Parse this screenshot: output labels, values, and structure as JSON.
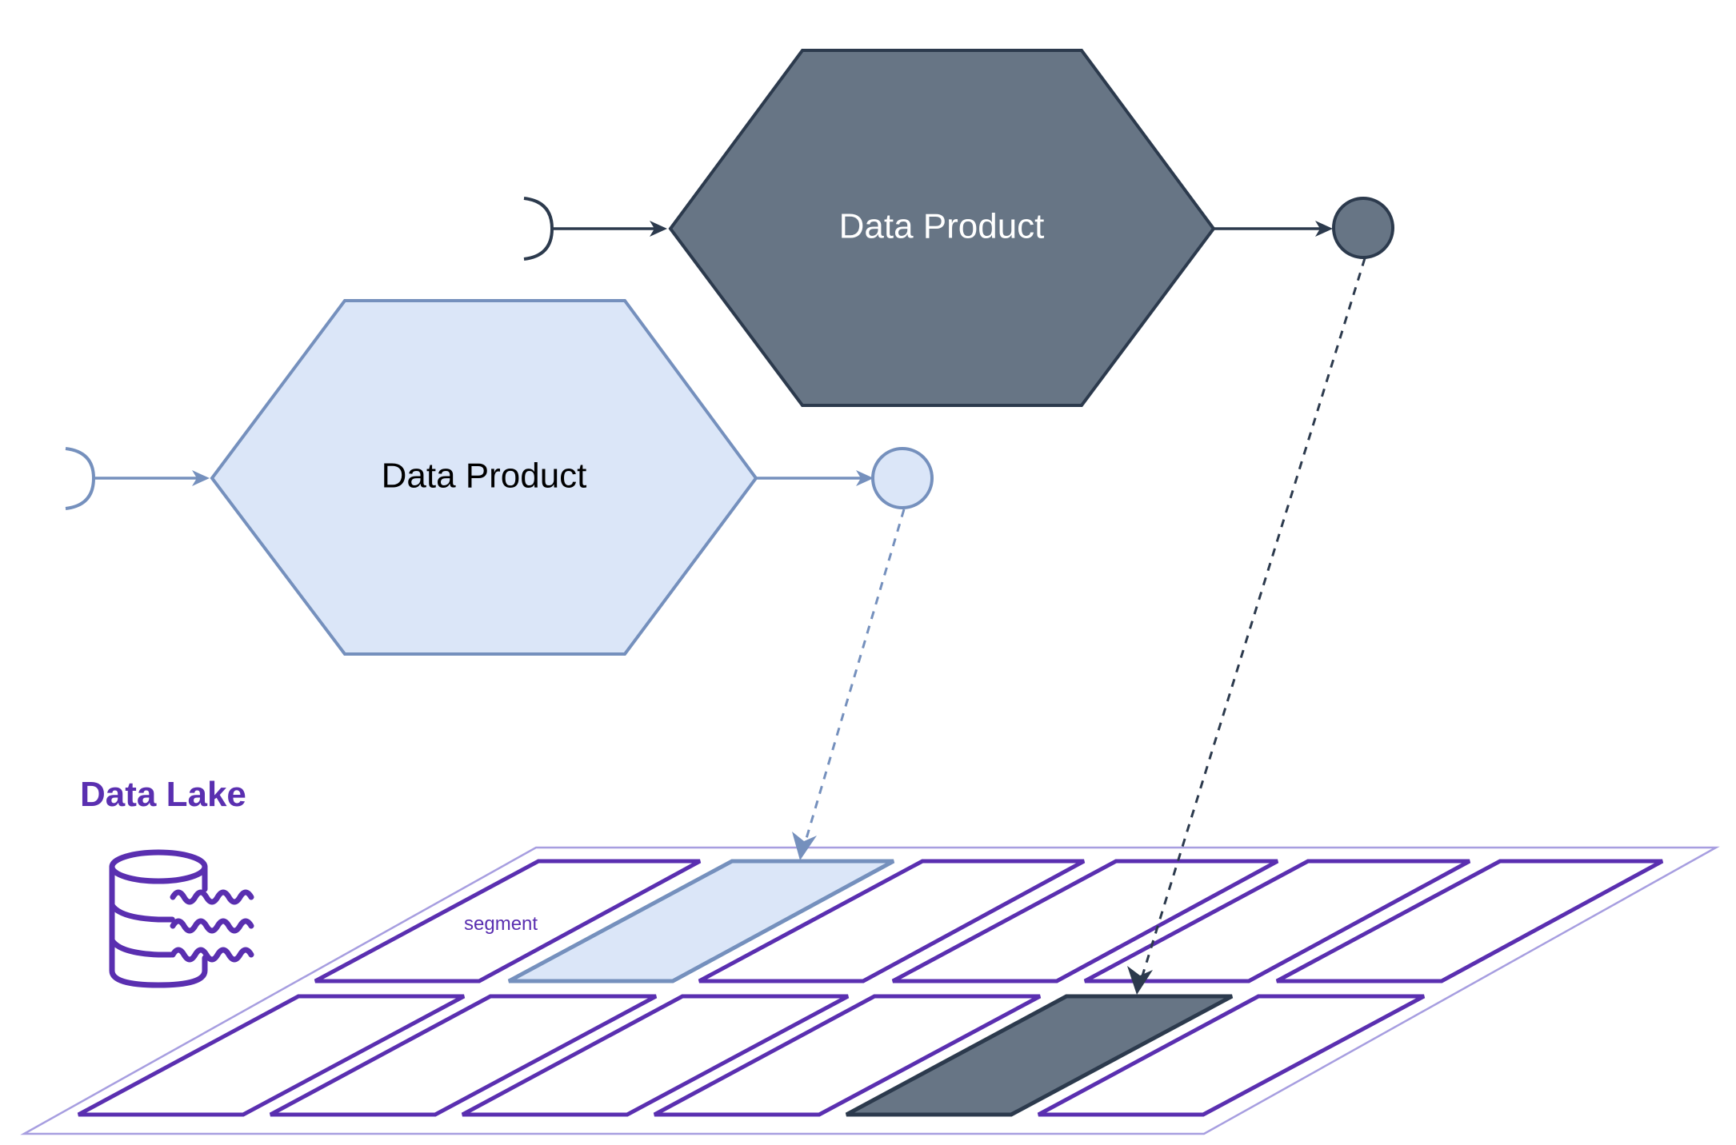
{
  "products": [
    {
      "label": "Data Product",
      "theme": "dark"
    },
    {
      "label": "Data Product",
      "theme": "light"
    }
  ],
  "data_lake": {
    "title": "Data Lake",
    "segment_label": "segment"
  },
  "colors": {
    "dark_fill": "#677585",
    "dark_stroke": "#2c3a4d",
    "light_fill": "#dbe6f8",
    "light_stroke": "#7590bd",
    "lake_purple": "#5a2fb0",
    "lake_outer": "#a79ee0"
  },
  "icons": {
    "data_lake": "database-waves-icon"
  }
}
